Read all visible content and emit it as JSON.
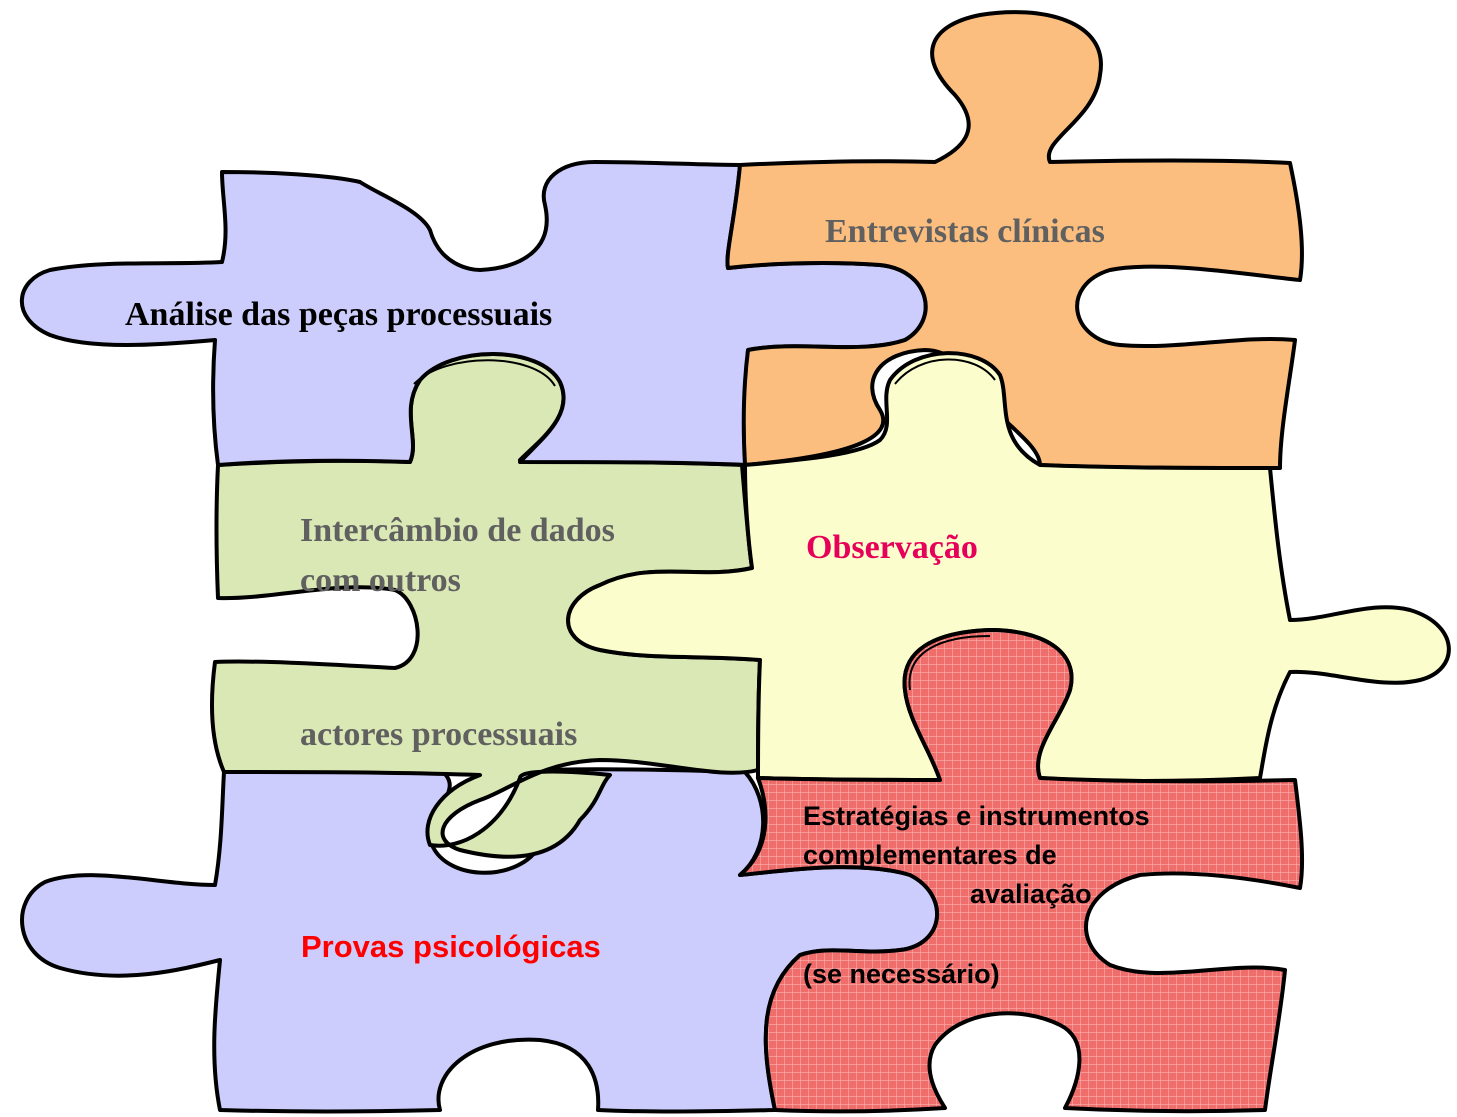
{
  "colors": {
    "lavender": "#cccdfc",
    "orange": "#fcbe7f",
    "green": "#d9e8b4",
    "cream": "#fcfdcc",
    "red": "#ef6e6c",
    "grid": "#f9c7c7",
    "text_black": "#000000",
    "text_gray": "#606060",
    "text_magenta": "#e6005a",
    "text_red": "#ff0000"
  },
  "pieces": {
    "analise": {
      "label": "Análise das peças processuais"
    },
    "entrevistas": {
      "label": "Entrevistas clínicas"
    },
    "intercambio": {
      "line1": "Intercâmbio de dados",
      "line2": "com outros",
      "line3": "actores processuais"
    },
    "observacao": {
      "label": "Observação"
    },
    "provas": {
      "label": "Provas psicológicas"
    },
    "estrategias": {
      "line1": "Estratégias e instrumentos",
      "line2": "complementares de",
      "line3": "avaliação",
      "line4": "(se necessário)"
    }
  }
}
